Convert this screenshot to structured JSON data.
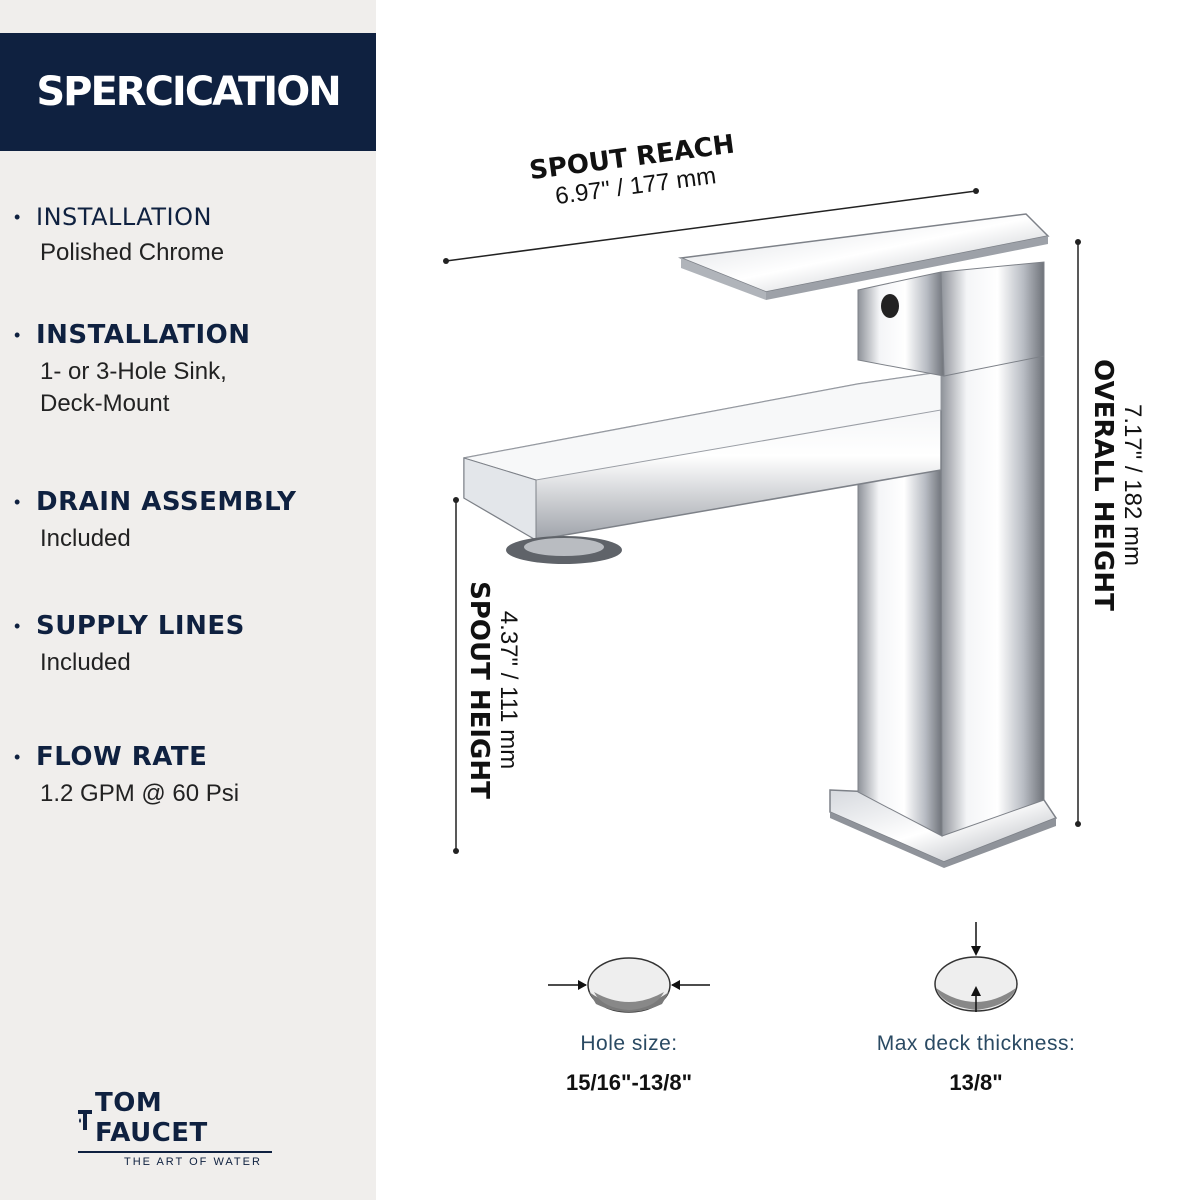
{
  "header": {
    "title": "SPERCICATION"
  },
  "specs": [
    {
      "label": "INSTALLATION",
      "value": "Polished Chrome"
    },
    {
      "label": "INSTALLATION",
      "value": "1- or 3-Hole Sink,\nDeck-Mount"
    },
    {
      "label": "DRAIN ASSEMBLY",
      "value": "Included"
    },
    {
      "label": "SUPPLY LINES",
      "value": "Included"
    },
    {
      "label": "FLOW RATE",
      "value": "1.2 GPM @ 60 Psi"
    }
  ],
  "brand": {
    "name": "TOM FAUCET",
    "tagline": "THE ART OF WATER"
  },
  "dimensions": {
    "spout_reach": {
      "label": "SPOUT REACH",
      "value": "6.97\" / 177 mm"
    },
    "overall_height": {
      "label": "OVERALL HEIGHT",
      "value": "7.17\" / 182 mm"
    },
    "spout_height": {
      "label": "SPOUT HEIGHT",
      "value": "4.37\" / 111 mm"
    }
  },
  "hole_size": {
    "label": "Hole size:",
    "value": "15/16\"-13/8\""
  },
  "deck_thickness": {
    "label": "Max deck thickness:",
    "value": "13/8\""
  },
  "colors": {
    "navy": "#0f2140",
    "sidebar_bg": "#f0eeec",
    "chrome": "#c9ccd1"
  }
}
